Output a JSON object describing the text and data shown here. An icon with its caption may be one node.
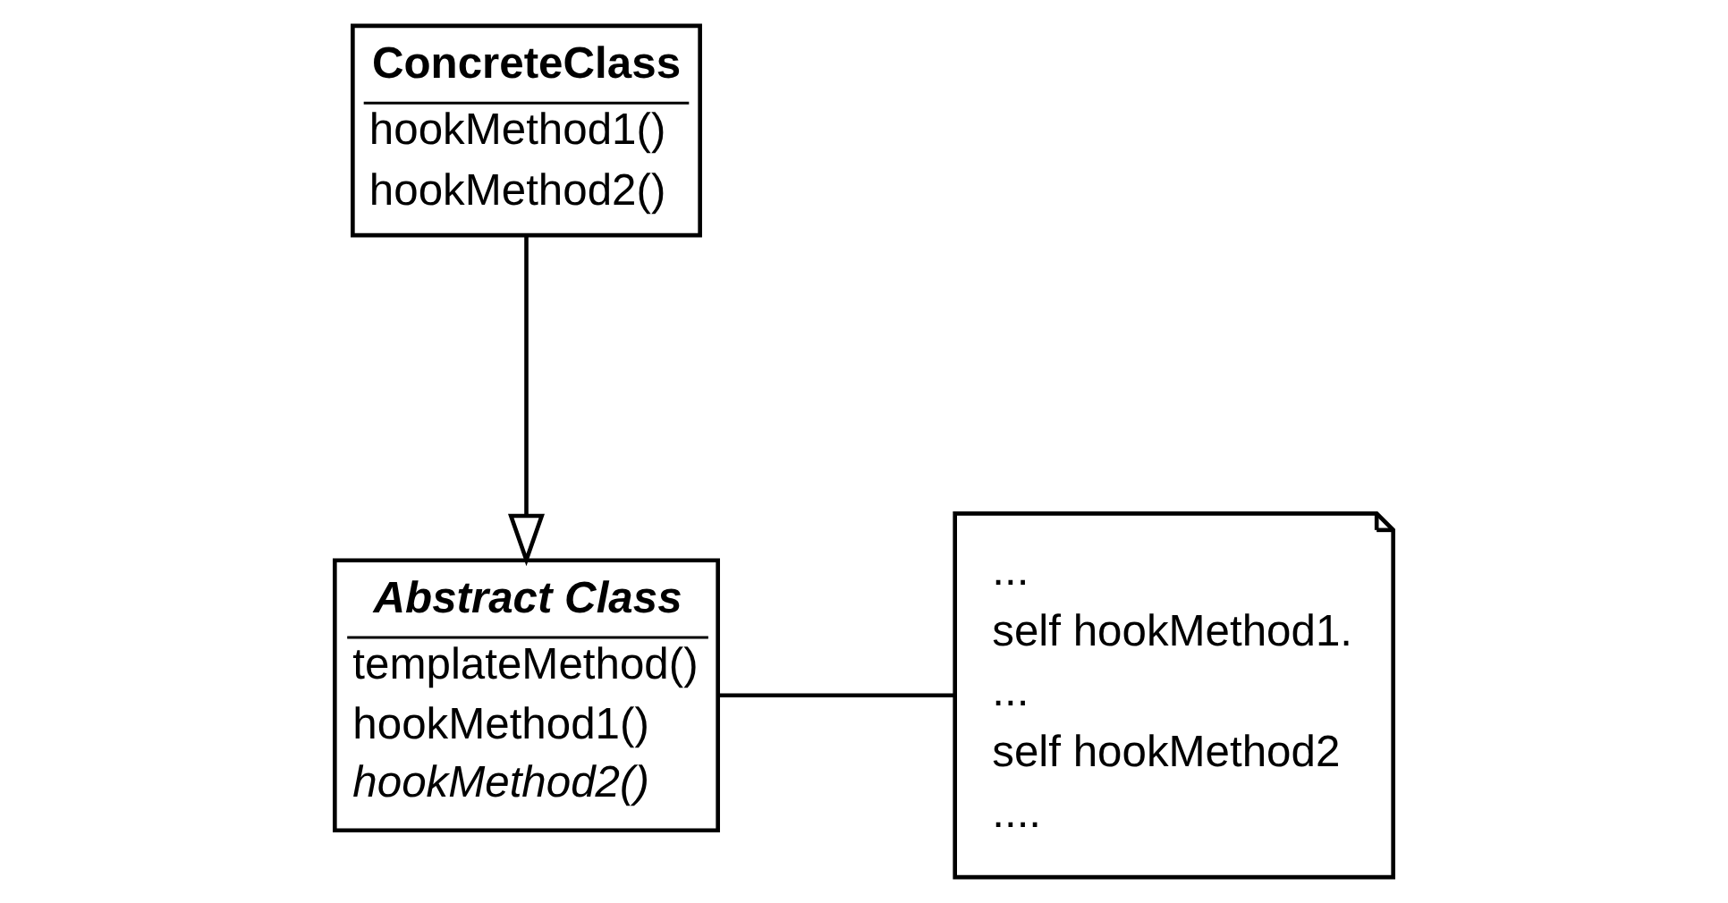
{
  "diagram": {
    "nodes": [
      {
        "text": [
          "Abstract Class",
          "templateMethod()",
          "hookMethod1()",
          "hookMethod2()"
        ]
      },
      {
        "text": [
          "...",
          "self hookMethod1.",
          "...",
          "self hookMethod2",
          "...."
        ]
      },
      {
        "text": [
          "ConcreteClass",
          "hookMethod1()",
          "hookMethod2()"
        ]
      }
    ],
    "edges": [
      {
        "from": 0,
        "to": 1,
        "arrow": "none"
      },
      {
        "from": 2,
        "to": 0,
        "arrow": "to"
      }
    ]
  }
}
